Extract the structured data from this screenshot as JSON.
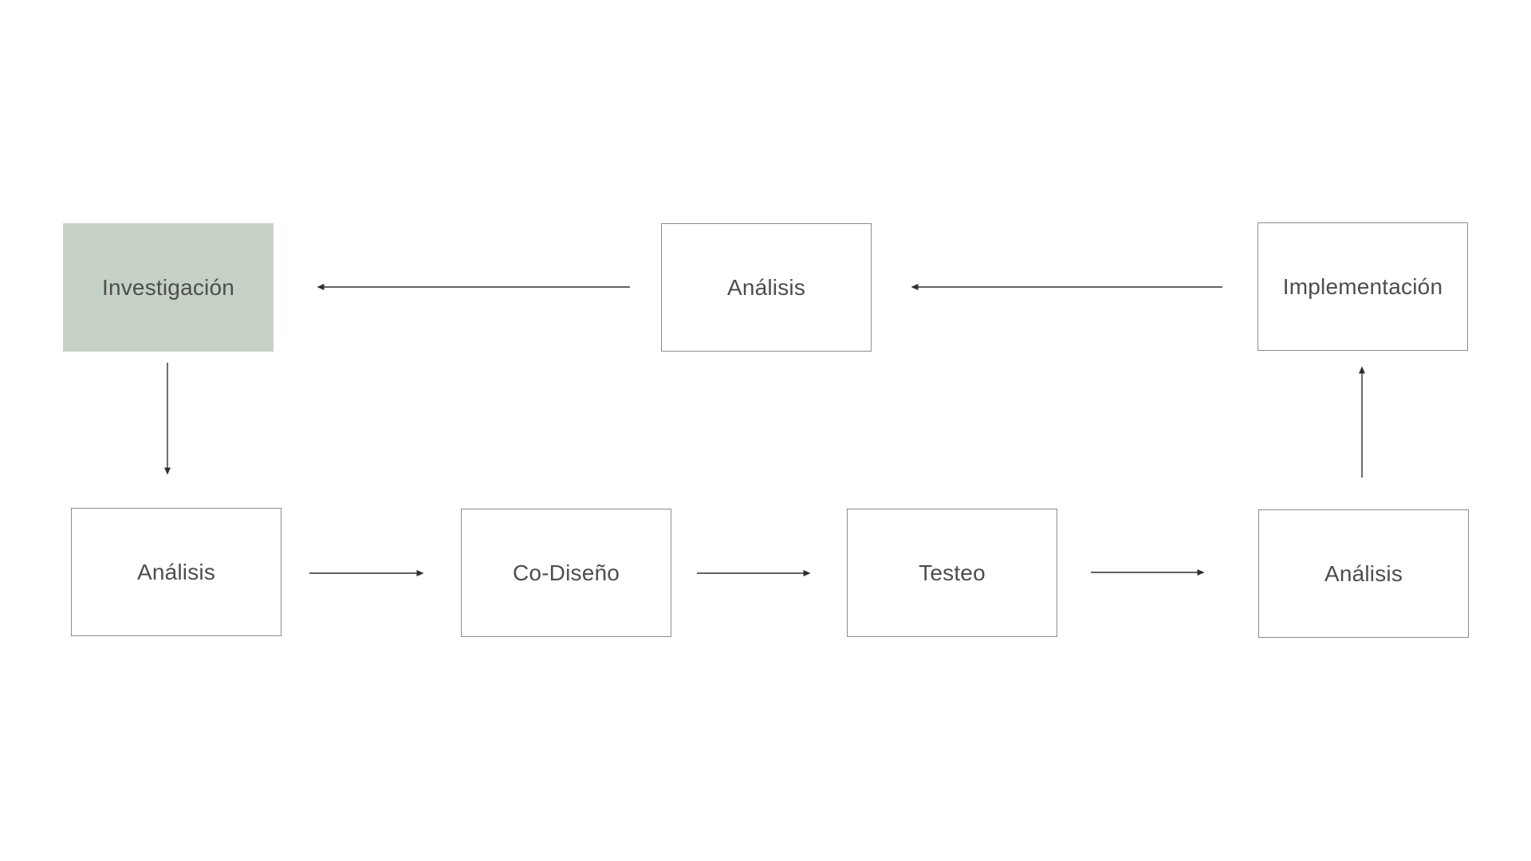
{
  "diagram": {
    "colors": {
      "background": "#ffffff",
      "highlight_fill": "#c6d1c5",
      "node_border": "#8c8c8c",
      "text": "#4d4d4d",
      "arrow": "#2f2f2f"
    },
    "nodes": [
      {
        "id": "investigacion",
        "label": "Investigación",
        "highlighted": true
      },
      {
        "id": "analisis-top",
        "label": "Análisis",
        "highlighted": false
      },
      {
        "id": "implementacion",
        "label": "Implementación",
        "highlighted": false
      },
      {
        "id": "analisis-left",
        "label": "Análisis",
        "highlighted": false
      },
      {
        "id": "co-diseno",
        "label": "Co-Diseño",
        "highlighted": false
      },
      {
        "id": "testeo",
        "label": "Testeo",
        "highlighted": false
      },
      {
        "id": "analisis-right",
        "label": "Análisis",
        "highlighted": false
      }
    ],
    "edges": [
      {
        "from": "analisis-top",
        "to": "investigacion",
        "direction": "left"
      },
      {
        "from": "implementacion",
        "to": "analisis-top",
        "direction": "left"
      },
      {
        "from": "investigacion",
        "to": "analisis-left",
        "direction": "down"
      },
      {
        "from": "analisis-left",
        "to": "co-diseno",
        "direction": "right"
      },
      {
        "from": "co-diseno",
        "to": "testeo",
        "direction": "right"
      },
      {
        "from": "testeo",
        "to": "analisis-right",
        "direction": "right"
      },
      {
        "from": "analisis-right",
        "to": "implementacion",
        "direction": "up"
      }
    ]
  }
}
